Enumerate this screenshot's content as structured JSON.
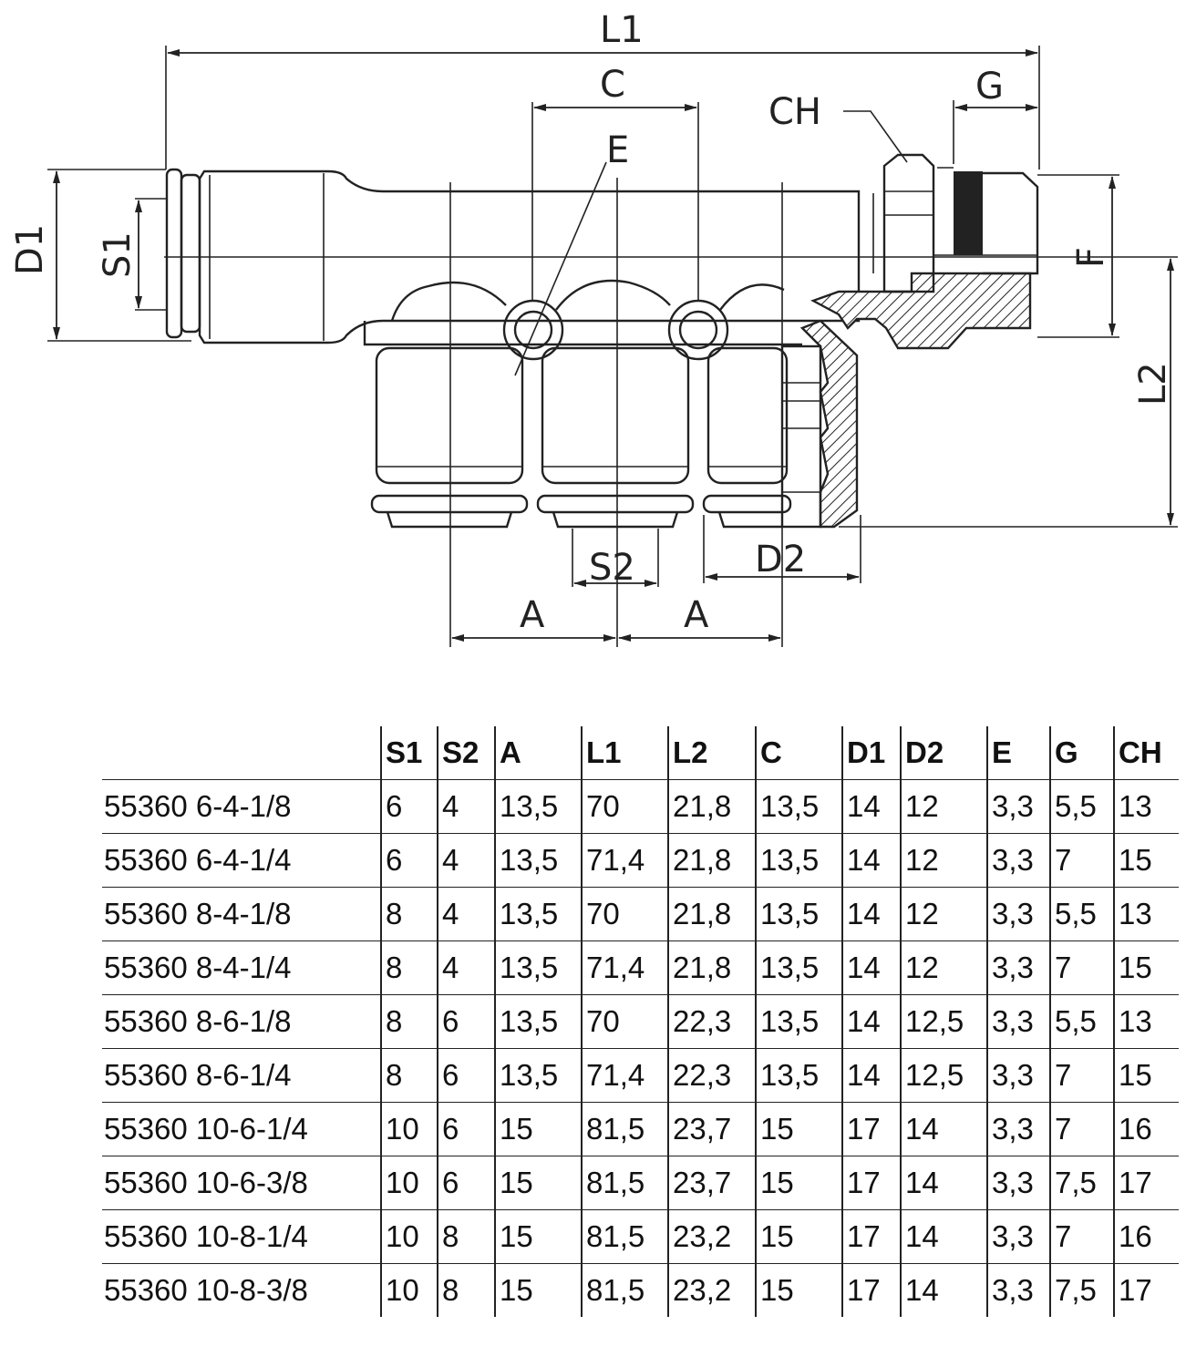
{
  "drawing": {
    "labels": {
      "L1": "L1",
      "C": "C",
      "E": "E",
      "CH": "CH",
      "G": "G",
      "D1": "D1",
      "S1": "S1",
      "F": "F",
      "L2": "L2",
      "S2": "S2",
      "D2": "D2",
      "A_left": "A",
      "A_right": "A"
    }
  },
  "table": {
    "headers": [
      "",
      "S1",
      "S2",
      "A",
      "L1",
      "L2",
      "C",
      "D1",
      "D2",
      "E",
      "G",
      "CH"
    ],
    "rows": [
      [
        "55360 6-4-1/8",
        "6",
        "4",
        "13,5",
        "70",
        "21,8",
        "13,5",
        "14",
        "12",
        "3,3",
        "5,5",
        "13"
      ],
      [
        "55360 6-4-1/4",
        "6",
        "4",
        "13,5",
        "71,4",
        "21,8",
        "13,5",
        "14",
        "12",
        "3,3",
        "7",
        "15"
      ],
      [
        "55360 8-4-1/8",
        "8",
        "4",
        "13,5",
        "70",
        "21,8",
        "13,5",
        "14",
        "12",
        "3,3",
        "5,5",
        "13"
      ],
      [
        "55360 8-4-1/4",
        "8",
        "4",
        "13,5",
        "71,4",
        "21,8",
        "13,5",
        "14",
        "12",
        "3,3",
        "7",
        "15"
      ],
      [
        "55360 8-6-1/8",
        "8",
        "6",
        "13,5",
        "70",
        "22,3",
        "13,5",
        "14",
        "12,5",
        "3,3",
        "5,5",
        "13"
      ],
      [
        "55360 8-6-1/4",
        "8",
        "6",
        "13,5",
        "71,4",
        "22,3",
        "13,5",
        "14",
        "12,5",
        "3,3",
        "7",
        "15"
      ],
      [
        "55360 10-6-1/4",
        "10",
        "6",
        "15",
        "81,5",
        "23,7",
        "15",
        "17",
        "14",
        "3,3",
        "7",
        "16"
      ],
      [
        "55360 10-6-3/8",
        "10",
        "6",
        "15",
        "81,5",
        "23,7",
        "15",
        "17",
        "14",
        "3,3",
        "7,5",
        "17"
      ],
      [
        "55360 10-8-1/4",
        "10",
        "8",
        "15",
        "81,5",
        "23,2",
        "15",
        "17",
        "14",
        "3,3",
        "7",
        "16"
      ],
      [
        "55360 10-8-3/8",
        "10",
        "8",
        "15",
        "81,5",
        "23,2",
        "15",
        "17",
        "14",
        "3,3",
        "7,5",
        "17"
      ]
    ]
  }
}
